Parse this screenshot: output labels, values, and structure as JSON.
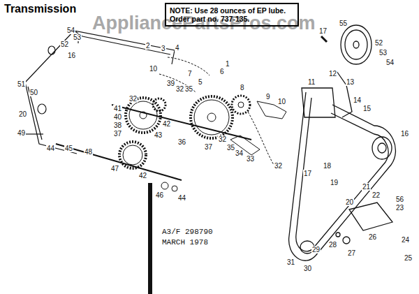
{
  "diagram": {
    "title": "Transmission",
    "nodes": [
      {
        "text": [
          "NOTE: Use 28 ounces of EP lube. Order part no. 737-135."
        ]
      }
    ],
    "labels": [
      "AppliancePartsPros.com",
      "54",
      "53",
      "52",
      "16",
      "2",
      "3",
      "4",
      "10",
      "39",
      "32",
      "35",
      "7",
      "5",
      "6",
      "1",
      "8",
      "9",
      "10",
      "11",
      "12",
      "13",
      "14",
      "15",
      "16",
      "17",
      "55",
      "52",
      "53",
      "54",
      "51",
      "50",
      "20",
      "49",
      "44",
      "45",
      "48",
      "32",
      "41",
      "40",
      "38",
      "37",
      "42",
      "43",
      "36",
      "37",
      "32",
      "35",
      "34",
      "33",
      "32",
      "47",
      "42",
      "46",
      "44",
      "18",
      "17",
      "19",
      "21",
      "22",
      "56",
      "23",
      "20",
      "26",
      "24",
      "25",
      "28",
      "27",
      "29",
      "30",
      "31",
      "A3/F 298790",
      "MARCH 1978"
    ]
  }
}
